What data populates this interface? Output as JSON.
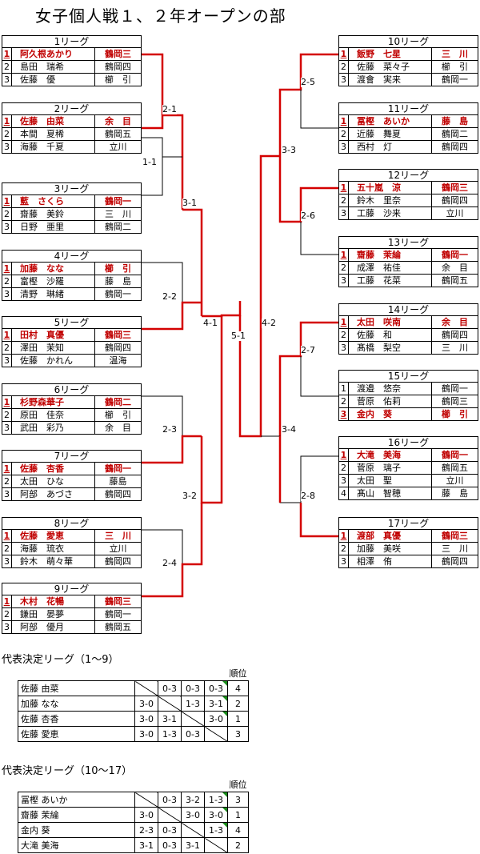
{
  "title": "女子個人戦１、２年オープンの部",
  "colors": {
    "winner": "#c00000",
    "line": "#d40000"
  },
  "leagues": [
    {
      "name": "1リーグ",
      "rows": [
        {
          "rank": "1",
          "name": "阿久根あかり",
          "club": "鶴岡三",
          "win": true
        },
        {
          "rank": "2",
          "name": "島田　瑞希",
          "club": "鶴岡四",
          "win": false
        },
        {
          "rank": "3",
          "name": "佐藤　優",
          "club": "櫛　引",
          "win": false
        }
      ]
    },
    {
      "name": "2リーグ",
      "rows": [
        {
          "rank": "1",
          "name": "佐藤　由菜",
          "club": "余　目",
          "win": true
        },
        {
          "rank": "2",
          "name": "本間　夏稀",
          "club": "鶴岡五",
          "win": false
        },
        {
          "rank": "3",
          "name": "海藤　千夏",
          "club": "立川",
          "win": false
        }
      ]
    },
    {
      "name": "3リーグ",
      "rows": [
        {
          "rank": "1",
          "name": "藍　さくら",
          "club": "鶴岡一",
          "win": true
        },
        {
          "rank": "2",
          "name": "齋藤　美鈴",
          "club": "三　川",
          "win": false
        },
        {
          "rank": "3",
          "name": "日野　亜里",
          "club": "鶴岡二",
          "win": false
        }
      ]
    },
    {
      "name": "4リーグ",
      "rows": [
        {
          "rank": "1",
          "name": "加藤　なな",
          "club": "櫛　引",
          "win": true
        },
        {
          "rank": "2",
          "name": "富樫　沙羅",
          "club": "藤　島",
          "win": false
        },
        {
          "rank": "3",
          "name": "清野　琳緒",
          "club": "鶴岡一",
          "win": false
        }
      ]
    },
    {
      "name": "5リーグ",
      "rows": [
        {
          "rank": "1",
          "name": "田村　真優",
          "club": "鶴岡三",
          "win": true
        },
        {
          "rank": "2",
          "name": "澤田　茉知",
          "club": "鶴岡四",
          "win": false
        },
        {
          "rank": "3",
          "name": "佐藤　かれん",
          "club": "温海",
          "win": false
        }
      ]
    },
    {
      "name": "6リーグ",
      "rows": [
        {
          "rank": "1",
          "name": "杉野森華子",
          "club": "鶴岡二",
          "win": true
        },
        {
          "rank": "2",
          "name": "原田　佳奈",
          "club": "櫛　引",
          "win": false
        },
        {
          "rank": "3",
          "name": "武田　彩乃",
          "club": "余　目",
          "win": false
        }
      ]
    },
    {
      "name": "7リーグ",
      "rows": [
        {
          "rank": "1",
          "name": "佐藤　杏香",
          "club": "鶴岡一",
          "win": true
        },
        {
          "rank": "2",
          "name": "太田　ひな",
          "club": "藤島",
          "win": false
        },
        {
          "rank": "3",
          "name": "阿部　あづさ",
          "club": "鶴岡四",
          "win": false
        }
      ]
    },
    {
      "name": "8リーグ",
      "rows": [
        {
          "rank": "1",
          "name": "佐藤　愛恵",
          "club": "三　川",
          "win": true
        },
        {
          "rank": "2",
          "name": "海藤　琉衣",
          "club": "立川",
          "win": false
        },
        {
          "rank": "3",
          "name": "鈴木　萌々華",
          "club": "鶴岡四",
          "win": false
        }
      ]
    },
    {
      "name": "9リーグ",
      "rows": [
        {
          "rank": "1",
          "name": "木村　花暢",
          "club": "鶴岡三",
          "win": true
        },
        {
          "rank": "2",
          "name": "鎌田　晏夢",
          "club": "鶴岡一",
          "win": false
        },
        {
          "rank": "3",
          "name": "阿部　優月",
          "club": "鶴岡五",
          "win": false
        }
      ]
    },
    {
      "name": "10リーグ",
      "rows": [
        {
          "rank": "1",
          "name": "飯野　七星",
          "club": "三　川",
          "win": true
        },
        {
          "rank": "2",
          "name": "佐藤　菜々子",
          "club": "櫛　引",
          "win": false
        },
        {
          "rank": "3",
          "name": "渡會　実来",
          "club": "鶴岡一",
          "win": false
        }
      ]
    },
    {
      "name": "11リーグ",
      "rows": [
        {
          "rank": "1",
          "name": "冨樫　あいか",
          "club": "藤　島",
          "win": true
        },
        {
          "rank": "2",
          "name": "近藤　舞夏",
          "club": "鶴岡二",
          "win": false
        },
        {
          "rank": "3",
          "name": "西村　灯",
          "club": "鶴岡四",
          "win": false
        }
      ]
    },
    {
      "name": "12リーグ",
      "rows": [
        {
          "rank": "1",
          "name": "五十嵐　涼",
          "club": "鶴岡三",
          "win": true
        },
        {
          "rank": "2",
          "name": "鈴木　里奈",
          "club": "鶴岡四",
          "win": false
        },
        {
          "rank": "3",
          "name": "工藤　沙来",
          "club": "立川",
          "win": false
        }
      ]
    },
    {
      "name": "13リーグ",
      "rows": [
        {
          "rank": "1",
          "name": "齋藤　茉綸",
          "club": "鶴岡一",
          "win": true
        },
        {
          "rank": "2",
          "name": "成澤　祐佳",
          "club": "余　目",
          "win": false
        },
        {
          "rank": "3",
          "name": "工藤　花菜",
          "club": "鶴岡五",
          "win": false
        }
      ]
    },
    {
      "name": "14リーグ",
      "rows": [
        {
          "rank": "1",
          "name": "太田　咲南",
          "club": "余　目",
          "win": true
        },
        {
          "rank": "2",
          "name": "佐藤　和",
          "club": "鶴岡四",
          "win": false
        },
        {
          "rank": "3",
          "name": "髙橋　梨空",
          "club": "三　川",
          "win": false
        }
      ]
    },
    {
      "name": "15リーグ",
      "rows": [
        {
          "rank": "1",
          "name": "渡邉　悠奈",
          "club": "鶴岡一",
          "win": false
        },
        {
          "rank": "2",
          "name": "菅原　佑莉",
          "club": "鶴岡三",
          "win": false
        },
        {
          "rank": "3",
          "name": "金内　葵",
          "club": "櫛　引",
          "win": true
        }
      ]
    },
    {
      "name": "16リーグ",
      "rows": [
        {
          "rank": "1",
          "name": "大滝　美海",
          "club": "鶴岡一",
          "win": true
        },
        {
          "rank": "2",
          "name": "菅原　璃子",
          "club": "鶴岡五",
          "win": false
        },
        {
          "rank": "3",
          "name": "太田　聖",
          "club": "立川",
          "win": false
        },
        {
          "rank": "4",
          "name": "髙山　智穂",
          "club": "藤　島",
          "win": false
        }
      ]
    },
    {
      "name": "17リーグ",
      "rows": [
        {
          "rank": "1",
          "name": "渡部　真優",
          "club": "鶴岡三",
          "win": true
        },
        {
          "rank": "2",
          "name": "加藤　美咲",
          "club": "三　川",
          "win": false
        },
        {
          "rank": "3",
          "name": "相澤　侑",
          "club": "鶴岡四",
          "win": false
        }
      ]
    }
  ],
  "matches": [
    "2-1",
    "1-1",
    "3-1",
    "2-2",
    "4-1",
    "2-3",
    "3-2",
    "2-4",
    "5-1",
    "4-2",
    "2-5",
    "3-3",
    "2-6",
    "2-7",
    "3-4",
    "2-8"
  ],
  "rr1": {
    "title": "代表決定リーグ（1～9）",
    "rank_header": "順位",
    "rows": [
      {
        "name": "佐藤 由菜",
        "scores": [
          "",
          "0-3",
          "0-3",
          "0-3"
        ],
        "rank": "4"
      },
      {
        "name": "加藤 なな",
        "scores": [
          "3-0",
          "",
          "1-3",
          "3-1"
        ],
        "rank": "2"
      },
      {
        "name": "佐藤 杏香",
        "scores": [
          "3-0",
          "3-1",
          "",
          "3-0"
        ],
        "rank": "1"
      },
      {
        "name": "佐藤 愛恵",
        "scores": [
          "3-0",
          "1-3",
          "0-3",
          ""
        ],
        "rank": "3"
      }
    ]
  },
  "rr2": {
    "title": "代表決定リーグ（10～17）",
    "rank_header": "順位",
    "rows": [
      {
        "name": "冨樫 あいか",
        "scores": [
          "",
          "0-3",
          "3-2",
          "1-3"
        ],
        "rank": "3"
      },
      {
        "name": "齋藤 茉綸",
        "scores": [
          "3-0",
          "",
          "3-0",
          "3-0"
        ],
        "rank": "1"
      },
      {
        "name": "金内 葵",
        "scores": [
          "2-3",
          "0-3",
          "",
          "1-3"
        ],
        "rank": "4"
      },
      {
        "name": "大滝 美海",
        "scores": [
          "3-1",
          "0-3",
          "3-1",
          ""
        ],
        "rank": "2"
      }
    ]
  }
}
